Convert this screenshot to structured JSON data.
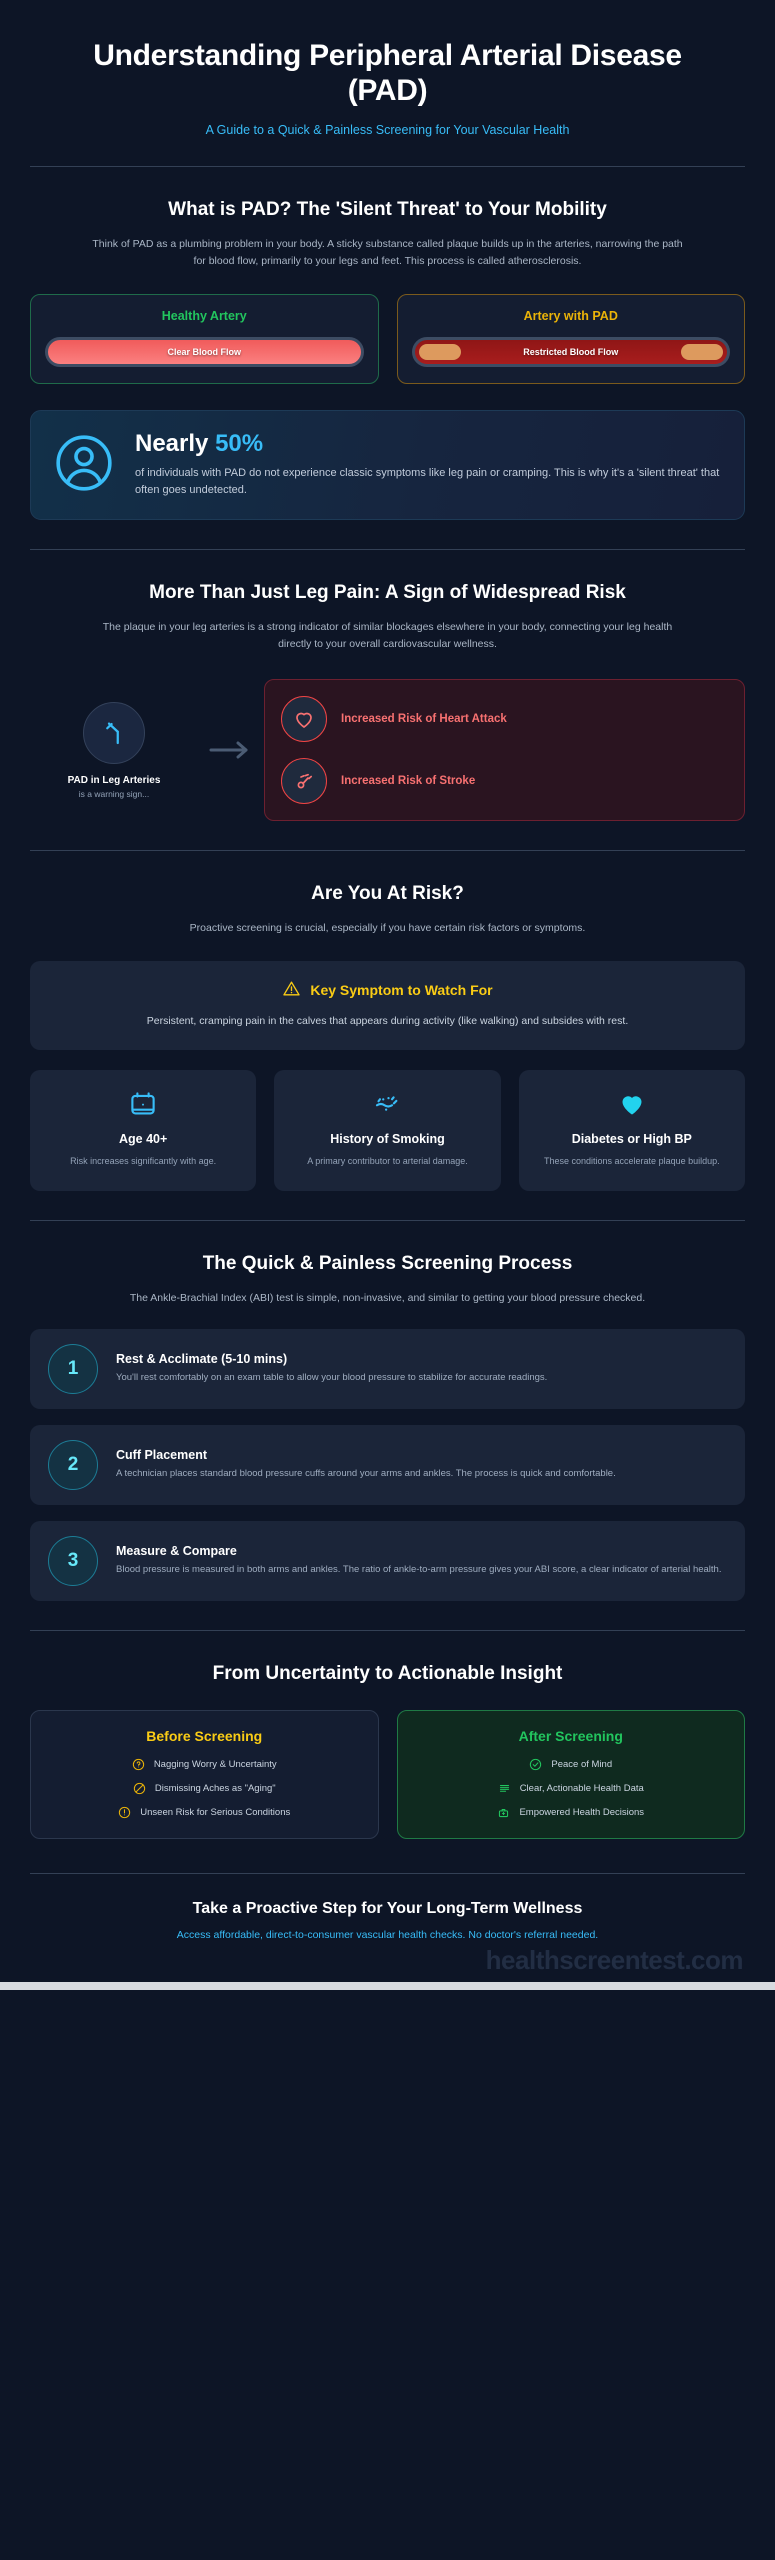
{
  "hero": {
    "title": "Understanding Peripheral Arterial Disease (PAD)",
    "subtitle": "A Guide to a Quick & Painless Screening for Your Vascular Health"
  },
  "what_is_pad": {
    "heading": "What is PAD? The 'Silent Threat' to Your Mobility",
    "lead": "Think of PAD as a plumbing problem in your body. A sticky substance called plaque builds up in the arteries, narrowing the path for blood flow, primarily to your legs and feet. This process is called atherosclerosis.",
    "healthy": {
      "title": "Healthy Artery",
      "vessel_label": "Clear Blood Flow"
    },
    "pad": {
      "title": "Artery with PAD",
      "vessel_label": "Restricted Blood Flow"
    }
  },
  "stat": {
    "icon": "user-circle-icon",
    "headline_prefix": "Nearly",
    "headline_value": "50%",
    "description": "of individuals with PAD do not experience classic symptoms like leg pain or cramping. This is why it's a 'silent threat' that often goes undetected.",
    "accent": "#38bdf8"
  },
  "widespread_risk": {
    "heading": "More Than Just Leg Pain: A Sign of Widespread Risk",
    "lead": "The plaque in your leg arteries is a strong indicator of similar blockages elsewhere in your body, connecting your leg health directly to your overall cardiovascular wellness.",
    "source": {
      "title": "PAD in Leg Arteries",
      "subtitle": "is a warning sign...",
      "icon": "leg-artery-icon"
    },
    "arrow_icon": "arrow-right-icon",
    "risks": [
      {
        "label": "Increased Risk of Heart Attack",
        "icon": "heart-icon"
      },
      {
        "label": "Increased Risk of Stroke",
        "icon": "brain-stroke-icon"
      }
    ],
    "risk_color": "#f87171"
  },
  "at_risk": {
    "heading": "Are You At Risk?",
    "lead": "Proactive screening is crucial, especially if you have certain risk factors or symptoms.",
    "symptom": {
      "icon": "warning-triangle-icon",
      "title": "Key Symptom to Watch For",
      "body": "Persistent, cramping pain in the calves that appears during activity (like walking) and subsides with rest."
    },
    "factors": [
      {
        "icon": "calendar-icon",
        "title": "Age 40+",
        "desc": "Risk increases significantly with age."
      },
      {
        "icon": "smoking-icon",
        "title": "History of Smoking",
        "desc": "A primary contributor to arterial damage."
      },
      {
        "icon": "heart-filled-icon",
        "title": "Diabetes or High BP",
        "desc": "These conditions accelerate plaque buildup."
      }
    ]
  },
  "screening": {
    "heading": "The Quick & Painless Screening Process",
    "lead": "The Ankle-Brachial Index (ABI) test is simple, non-invasive, and similar to getting your blood pressure checked.",
    "steps": [
      {
        "num": "1",
        "title": "Rest & Acclimate (5-10 mins)",
        "desc": "You'll rest comfortably on an exam table to allow your blood pressure to stabilize for accurate readings."
      },
      {
        "num": "2",
        "title": "Cuff Placement",
        "desc": "A technician places standard blood pressure cuffs around your arms and ankles. The process is quick and comfortable."
      },
      {
        "num": "3",
        "title": "Measure & Compare",
        "desc": "Blood pressure is measured in both arms and ankles. The ratio of ankle-to-arm pressure gives your ABI score, a clear indicator of arterial health."
      }
    ]
  },
  "outcome": {
    "heading": "From Uncertainty to Actionable Insight",
    "before": {
      "title": "Before Screening",
      "items": [
        {
          "icon": "question-circle-icon",
          "label": "Nagging Worry & Uncertainty"
        },
        {
          "icon": "ban-icon",
          "label": "Dismissing Aches as \"Aging\""
        },
        {
          "icon": "alert-circle-icon",
          "label": "Unseen Risk for Serious Conditions"
        }
      ]
    },
    "after": {
      "title": "After Screening",
      "items": [
        {
          "icon": "check-circle-icon",
          "label": "Peace of Mind"
        },
        {
          "icon": "data-list-icon",
          "label": "Clear, Actionable Health Data"
        },
        {
          "icon": "shield-health-icon",
          "label": "Empowered Health Decisions"
        }
      ]
    }
  },
  "footer": {
    "heading": "Take a Proactive Step for Your Long-Term Wellness",
    "subtitle": "Access affordable, direct-to-consumer vascular health checks. No doctor's referral needed.",
    "brand": "healthscreentest.com"
  }
}
